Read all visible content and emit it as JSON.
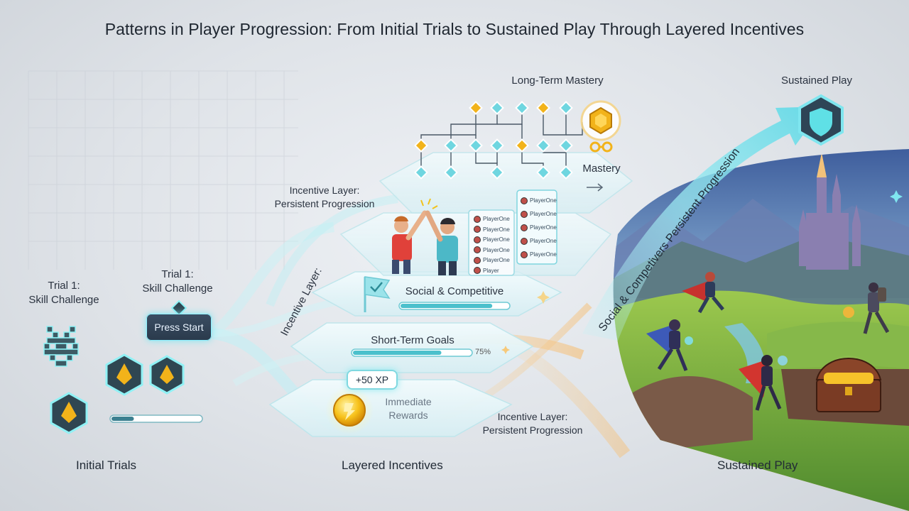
{
  "title": "Patterns in Player Progression: From Initial Trials to Sustained Play Through Layered Incentives",
  "sections": {
    "initial": "Initial Trials",
    "layered": "Layered Incentives",
    "sustained": "Sustained Play"
  },
  "trial_left": {
    "line1": "Trial 1:",
    "line2": "Skill Challenge"
  },
  "trial_right": {
    "line1": "Trial 1:",
    "line2": "Skill Challenge"
  },
  "press_start": "Press Start",
  "xp_badge": "+50 XP",
  "immediate": {
    "line1": "Immediate",
    "line2": "Rewards"
  },
  "short_term": {
    "label": "Short-Term Goals",
    "percent_text": "75%",
    "progress": 0.75
  },
  "social": {
    "label": "Social & Competitive",
    "progress": 0.85
  },
  "incentive_top": {
    "line1": "Incentive Layer:",
    "line2": "Persistent Progression"
  },
  "incentive_bottom": {
    "line1": "Incentive Layer:",
    "line2": "Persistent Progression"
  },
  "incentive_diag": "Incentive Layer:",
  "long_term": "Long-Term Mastery",
  "mastery": "Mastery",
  "sustained_top": "Sustained Play",
  "arrow_text": "Social & Competivers Persistent Progression",
  "initial_progress": 0.25,
  "leaderboard_left": [
    "PlayerOne",
    "PlayerOne",
    "PlayerOne",
    "PlayerOne",
    "PlayerOne",
    "Player"
  ],
  "leaderboard_right": [
    "PlayerOne",
    "PlayerOne",
    "PlayerOne",
    "PlayerOne",
    "PlayerOne"
  ],
  "colors": {
    "accent": "#6fe3ec",
    "gold": "#f2b31a",
    "dark": "#2a3a4c",
    "warm": "#f5c07a"
  }
}
